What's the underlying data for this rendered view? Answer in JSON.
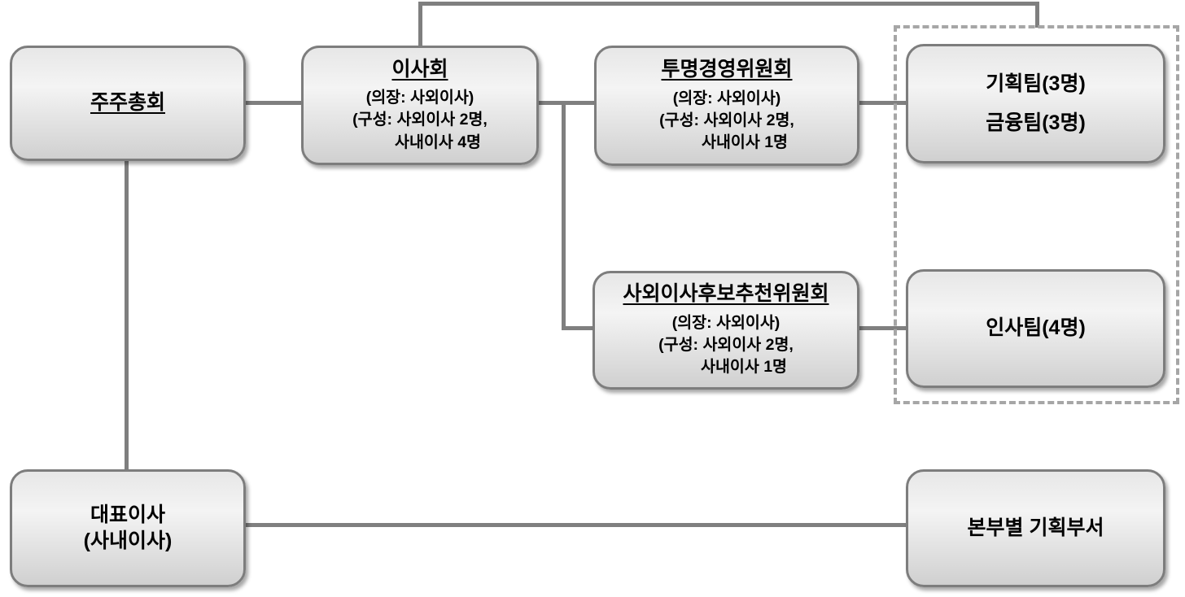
{
  "diagram": {
    "type": "org-chart",
    "boxes": {
      "shareholders": {
        "title": "주주총회"
      },
      "board": {
        "title": "이사회",
        "lines": [
          "(의장: 사외이사)",
          "(구성: 사외이사 2명,",
          "사내이사 4명"
        ]
      },
      "transparent_committee": {
        "title": "투명경영위원회",
        "lines": [
          "(의장: 사외이사)",
          "(구성: 사외이사 2명,",
          "사내이사 1명"
        ]
      },
      "nomination_committee": {
        "title": "사외이사후보추천위원회",
        "lines": [
          "(의장: 사외이사)",
          "(구성: 사외이사 2명,",
          "사내이사 1명"
        ]
      },
      "planning_finance_team": {
        "lines": [
          "기획팀(3명)",
          "금융팀(3명)"
        ]
      },
      "hr_team": {
        "title": "인사팀(4명)"
      },
      "ceo": {
        "lines": [
          "대표이사",
          "(사내이사)"
        ]
      },
      "hq_planning": {
        "title": "본부별 기획부서"
      }
    },
    "colors": {
      "connector": "#7f7f7f",
      "box_border": "#7d7d7d",
      "box_fill_top": "#e7e7e7",
      "box_fill_bottom": "#d0d0d0",
      "dashed_border": "#a6a6a6",
      "text": "#000000"
    }
  }
}
